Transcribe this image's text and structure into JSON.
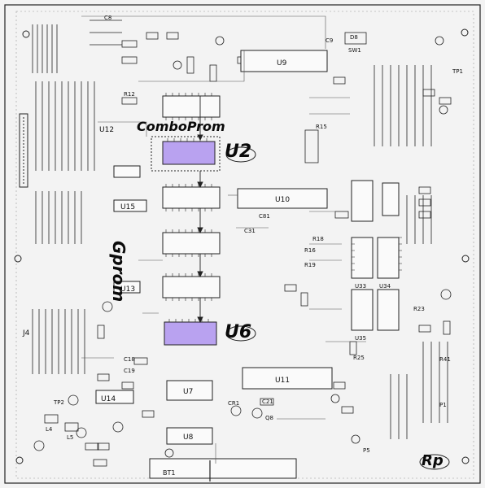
{
  "annotations": {
    "comboprom": "ComboProm",
    "u2": "U2",
    "gprom": "Gprom",
    "u6": "U6",
    "rp": "Rp"
  },
  "chips": {
    "u9": "U9",
    "u10": "U10",
    "u11": "U11",
    "u7": "U7",
    "u8": "U8",
    "u12": "U12",
    "u13": "U13",
    "u14": "U14",
    "u15": "U15"
  },
  "labels": {
    "c8": "C8",
    "c9": "C9",
    "c18": "C18",
    "c19": "C19",
    "c81": "C81",
    "c31": "C31",
    "c21": "C21",
    "d8": "D8",
    "q8": "Q8",
    "l4": "L4",
    "l5": "L5",
    "j4": "J4",
    "r12": "R12",
    "r15": "R15",
    "r16": "R16",
    "r18": "R18",
    "r19": "R19",
    "r23": "R23",
    "r25": "R25",
    "r41": "R41",
    "sw1": "SW1",
    "tp1": "TP1",
    "tp2": "TP2",
    "cr1": "CR1",
    "b1": "BT1",
    "p1": "P1",
    "p5": "P5",
    "u33": "U33",
    "u34": "U34",
    "u35": "U35"
  },
  "colors": {
    "highlight": "#b9a2f0",
    "ink": "#111111",
    "board": "#f3f3f3"
  }
}
